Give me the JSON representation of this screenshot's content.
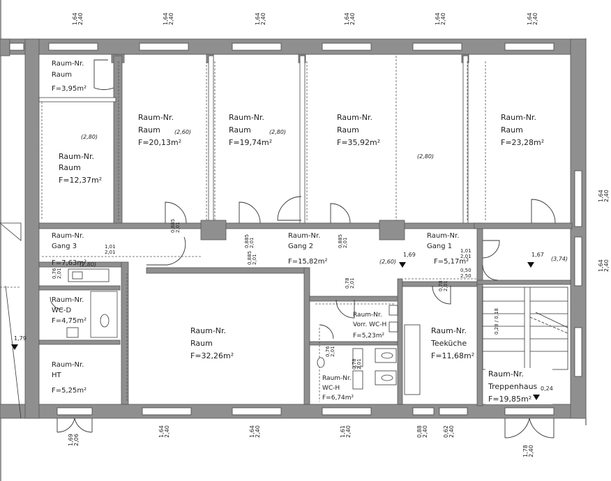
{
  "rooms": {
    "room_small_top": {
      "nr": "Raum-Nr.",
      "name": "Raum",
      "area": "F=3,95m²"
    },
    "room_left": {
      "nr": "Raum-Nr.",
      "name": "Raum",
      "area": "F=12,37m²"
    },
    "room_1": {
      "nr": "Raum-Nr.",
      "name": "Raum",
      "area": "F=20,13m²"
    },
    "room_2": {
      "nr": "Raum-Nr.",
      "name": "Raum",
      "area": "F=19,74m²"
    },
    "room_3": {
      "nr": "Raum-Nr.",
      "name": "Raum",
      "area": "F=35,92m²"
    },
    "room_4": {
      "nr": "Raum-Nr.",
      "name": "Raum",
      "area": "F=23,28m²"
    },
    "gang3": {
      "nr": "Raum-Nr.",
      "name": "Gang 3",
      "area": "F=7,63m²"
    },
    "gang2": {
      "nr": "Raum-Nr.",
      "name": "Gang 2",
      "area": "F=15,82m²"
    },
    "gang1": {
      "nr": "Raum-Nr.",
      "name": "Gang 1",
      "area": "F=5,17m²"
    },
    "wc_d": {
      "nr": "Raum-Nr.",
      "name": "WC-D",
      "area": "F=4,75m²"
    },
    "ht": {
      "nr": "Raum-Nr.",
      "name": "HT",
      "area": "F=5,25m²"
    },
    "room_big": {
      "nr": "Raum-Nr.",
      "name": "Raum",
      "area": "F=32,26m²"
    },
    "vorr_wc": {
      "nr": "Raum-Nr.",
      "name": "Vorr. WC-H",
      "area": "F=5,23m²"
    },
    "wc_h": {
      "nr": "Raum-Nr.",
      "name": "WC-H",
      "area": "F=6,74m²"
    },
    "teekueche": {
      "nr": "Raum-Nr.",
      "name": "Teeküche",
      "area": "F=11,68m²"
    },
    "treppenhaus": {
      "nr": "Raum-Nr.",
      "name": "Treppenhaus",
      "area": "F=19,85m²"
    }
  },
  "heights": {
    "h1": "(2,80)",
    "h2": "(2,60)",
    "h3": "(2,80)",
    "h4": "(2,80)",
    "h5": "(2,80)",
    "h6": "(2,60)",
    "h7": "(3,74)"
  },
  "dims": {
    "top": [
      {
        "a": "1,64",
        "b": "2,40"
      },
      {
        "a": "1,64",
        "b": "2,40"
      },
      {
        "a": "1,64",
        "b": "2,40"
      },
      {
        "a": "1,64",
        "b": "2,40"
      },
      {
        "a": "1,64",
        "b": "2,40"
      },
      {
        "a": "1,64",
        "b": "2,40"
      }
    ],
    "right": [
      {
        "a": "1,64",
        "b": "2,40"
      },
      {
        "a": "1,64",
        "b": "2,40"
      }
    ],
    "bottom": [
      {
        "a": "1,69",
        "b": "2,06"
      },
      {
        "a": "1,64",
        "b": "2,40"
      },
      {
        "a": "1,64",
        "b": "2,40"
      },
      {
        "a": "1,61",
        "b": "2,40"
      },
      {
        "a": "0,88",
        "b": "2,40"
      },
      {
        "a": "0,62",
        "b": "2,40"
      },
      {
        "a": "1,78",
        "b": "2,40"
      }
    ],
    "doors": {
      "d1": {
        "a": "0,885",
        "b": "2,01"
      },
      "d2": {
        "a": "0,885",
        "b": "2,01"
      },
      "d3": {
        "a": "0,885",
        "b": "2,01"
      },
      "d4": {
        "a": "0,885",
        "b": "2,01"
      },
      "d5": {
        "a": "1,01",
        "b": "2,01"
      },
      "d6": {
        "a": "0,76",
        "b": "2,01"
      },
      "d7": {
        "a": "0,76",
        "b": "2,01"
      },
      "d8": {
        "a": "0,78",
        "b": "2,01"
      },
      "d9": {
        "a": "0,78",
        "b": "2,01"
      },
      "d10": {
        "a": "1,01",
        "b": "2,01"
      },
      "d11": {
        "a": "0,50",
        "b": "2,50"
      },
      "d12": {
        "a": "0,78",
        "b": "2,01"
      }
    },
    "floor": {
      "f1": "1,69",
      "f2": "1,67",
      "f3": "1,79",
      "f4": "0,24"
    },
    "stairs": "0,28 / 0,18"
  }
}
